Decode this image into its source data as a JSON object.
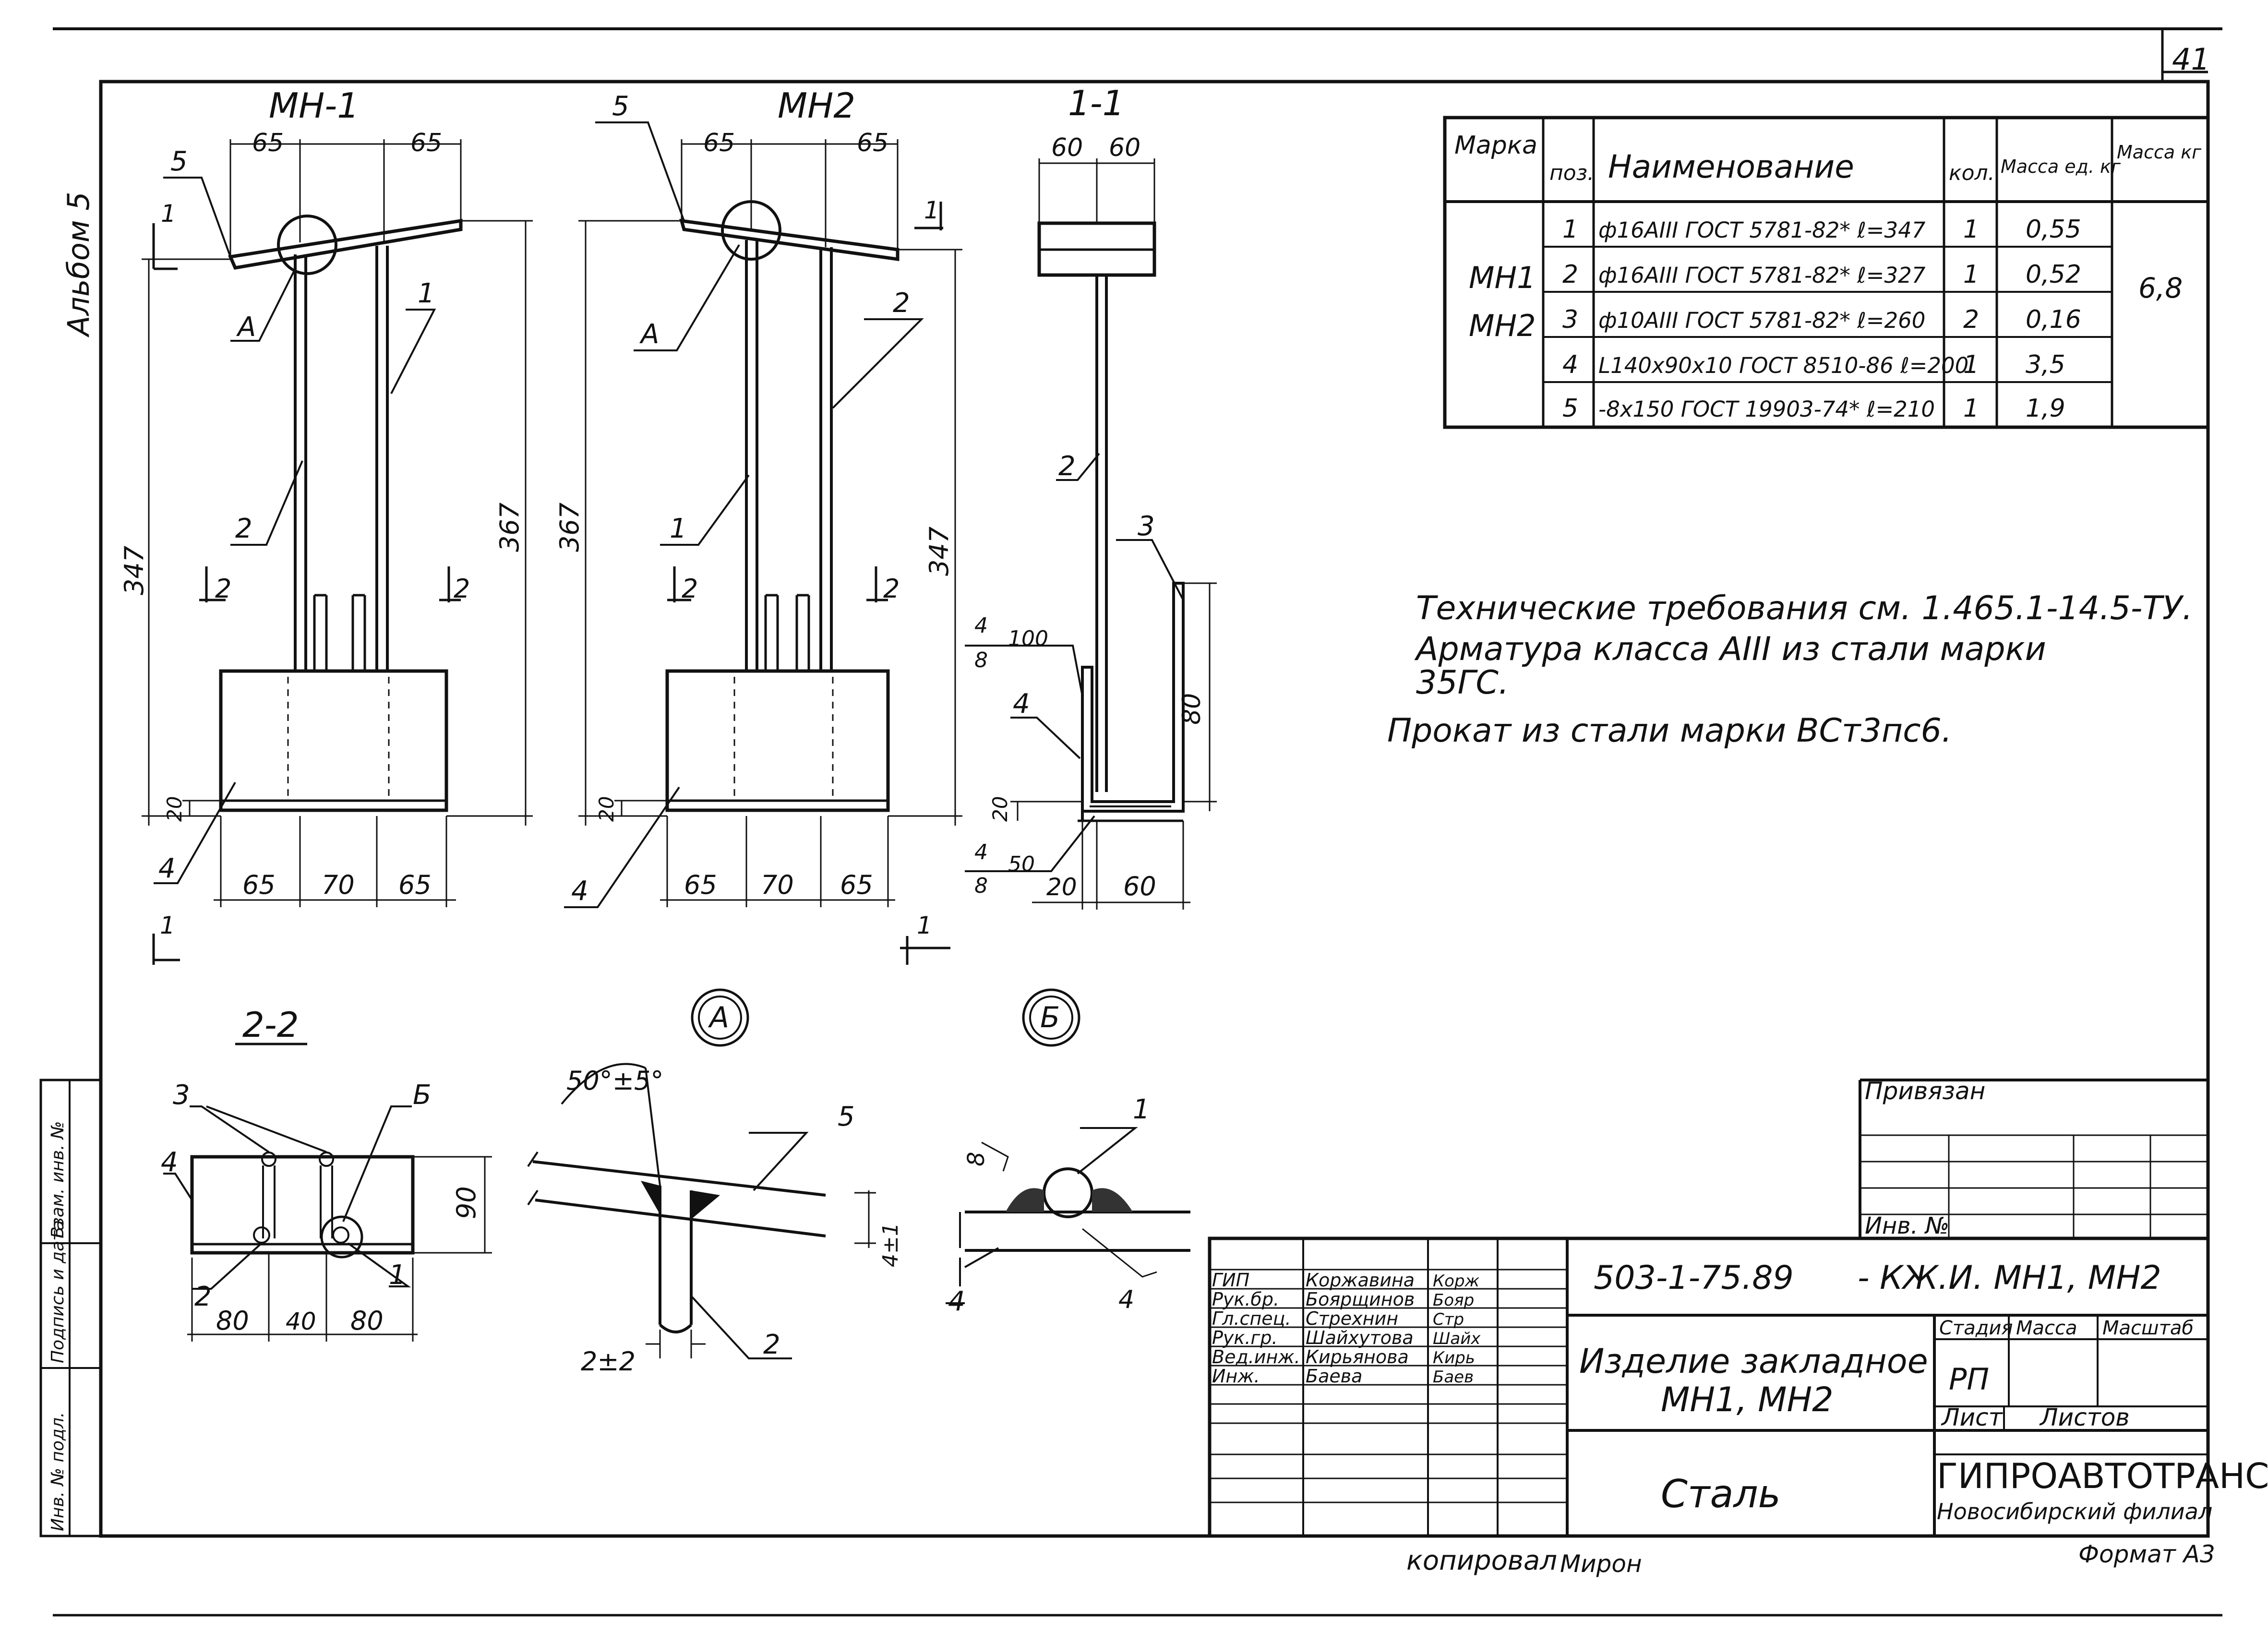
{
  "sheet": {
    "page_number": "41",
    "album_label": "Альбом 5",
    "copied_by": "копировал",
    "copied_sign": "Мирон",
    "format": "Формат А3"
  },
  "side_stamp": [
    "Инв. № подл.",
    "Подпись и дата",
    "Взам. инв. №"
  ],
  "views": {
    "mn1_title": "МН-1",
    "mn2_title": "МН2",
    "section_11_title": "1-1",
    "section_22_title": "2-2",
    "detail_a": "А",
    "detail_b": "Б"
  },
  "callouts": {
    "pos1": "1",
    "pos2": "2",
    "pos3": "3",
    "pos4": "4",
    "pos5": "5",
    "node_a": "А",
    "node_b": "Б",
    "cut1": "1",
    "cut2": "2"
  },
  "dims": {
    "d65": "65",
    "d70": "70",
    "d60": "60",
    "d20": "20",
    "d80": "80",
    "d40": "40",
    "d90": "90",
    "d347": "347",
    "d367": "367",
    "d8": "8",
    "d4": "4",
    "weld_100_top": "4",
    "weld_100_bottom": "8",
    "weld_100_len": "100",
    "weld_50_top": "4",
    "weld_50_bottom": "8",
    "weld_50_len": "50",
    "angle": "50°±5°",
    "gap": "2±2",
    "tol": "4±1"
  },
  "spec_table": {
    "headers": [
      "Марка",
      "поз.",
      "Наименование",
      "кол.",
      "Масса ед. кг",
      "Масса кг"
    ],
    "mark": [
      "МН1",
      "МН2"
    ],
    "total_mass": "6,8",
    "rows": [
      {
        "pos": "1",
        "name": "ф16АIII ГОСТ 5781-82* ℓ=347",
        "qty": "1",
        "mass": "0,55"
      },
      {
        "pos": "2",
        "name": "ф16АIII ГОСТ 5781-82* ℓ=327",
        "qty": "1",
        "mass": "0,52"
      },
      {
        "pos": "3",
        "name": "ф10АIII ГОСТ 5781-82* ℓ=260",
        "qty": "2",
        "mass": "0,16"
      },
      {
        "pos": "4",
        "name": "L140х90х10 ГОСТ 8510-86 ℓ=200",
        "qty": "1",
        "mass": "3,5"
      },
      {
        "pos": "5",
        "name": "-8х150 ГОСТ 19903-74* ℓ=210",
        "qty": "1",
        "mass": "1,9"
      }
    ]
  },
  "notes": [
    "Технические требования см. 1.465.1-14.5-ТУ.",
    "Арматура класса АIII из стали марки",
    "35ГС.",
    "Прокат из стали марки ВСт3пс6."
  ],
  "binding_block": {
    "privyazan": "Привязан",
    "inv_no": "Инв. №"
  },
  "title_block": {
    "doc_code": "503-1-75.89",
    "doc_suffix": "- КЖ.И. МН1, МН2",
    "product_line1": "Изделие закладное",
    "product_line2": "МН1, МН2",
    "material": "Сталь",
    "stage_label": "Стадия",
    "mass_label": "Масса",
    "scale_label": "Масштаб",
    "stage_value": "РП",
    "sheet_label": "Лист",
    "sheets_label": "Листов",
    "org_line1": "ГИПРОАВТОТРАНС",
    "org_line2": "Новосибирский филиал",
    "staff": [
      {
        "role": "ГИП",
        "name": "Коржавина",
        "sign": "Корж"
      },
      {
        "role": "Рук.бр.",
        "name": "Боярщинов",
        "sign": "Бояр"
      },
      {
        "role": "Гл.спец.",
        "name": "Стрехнин",
        "sign": "Стр"
      },
      {
        "role": "Рук.гр.",
        "name": "Шайхутова",
        "sign": "Шайх"
      },
      {
        "role": "Вед.инж.",
        "name": "Кирьянова",
        "sign": "Кирь"
      },
      {
        "role": "Инж.",
        "name": "Баева",
        "sign": "Баев"
      }
    ]
  }
}
